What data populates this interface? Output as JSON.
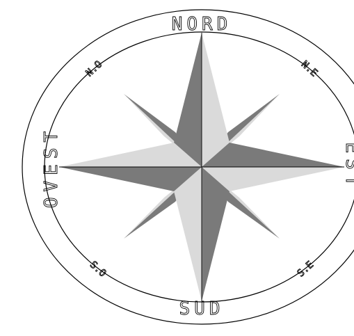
{
  "labels": {
    "north": "NORD",
    "south": "SUD",
    "east": "EST",
    "west": "OVEST",
    "northeast": "N.E",
    "northwest": "N.O",
    "southeast": "S.E",
    "southwest": "S.O"
  },
  "colors": {
    "dark_shade": "#7a7a7a",
    "light_shade": "#dadada",
    "ring": "#000000"
  }
}
